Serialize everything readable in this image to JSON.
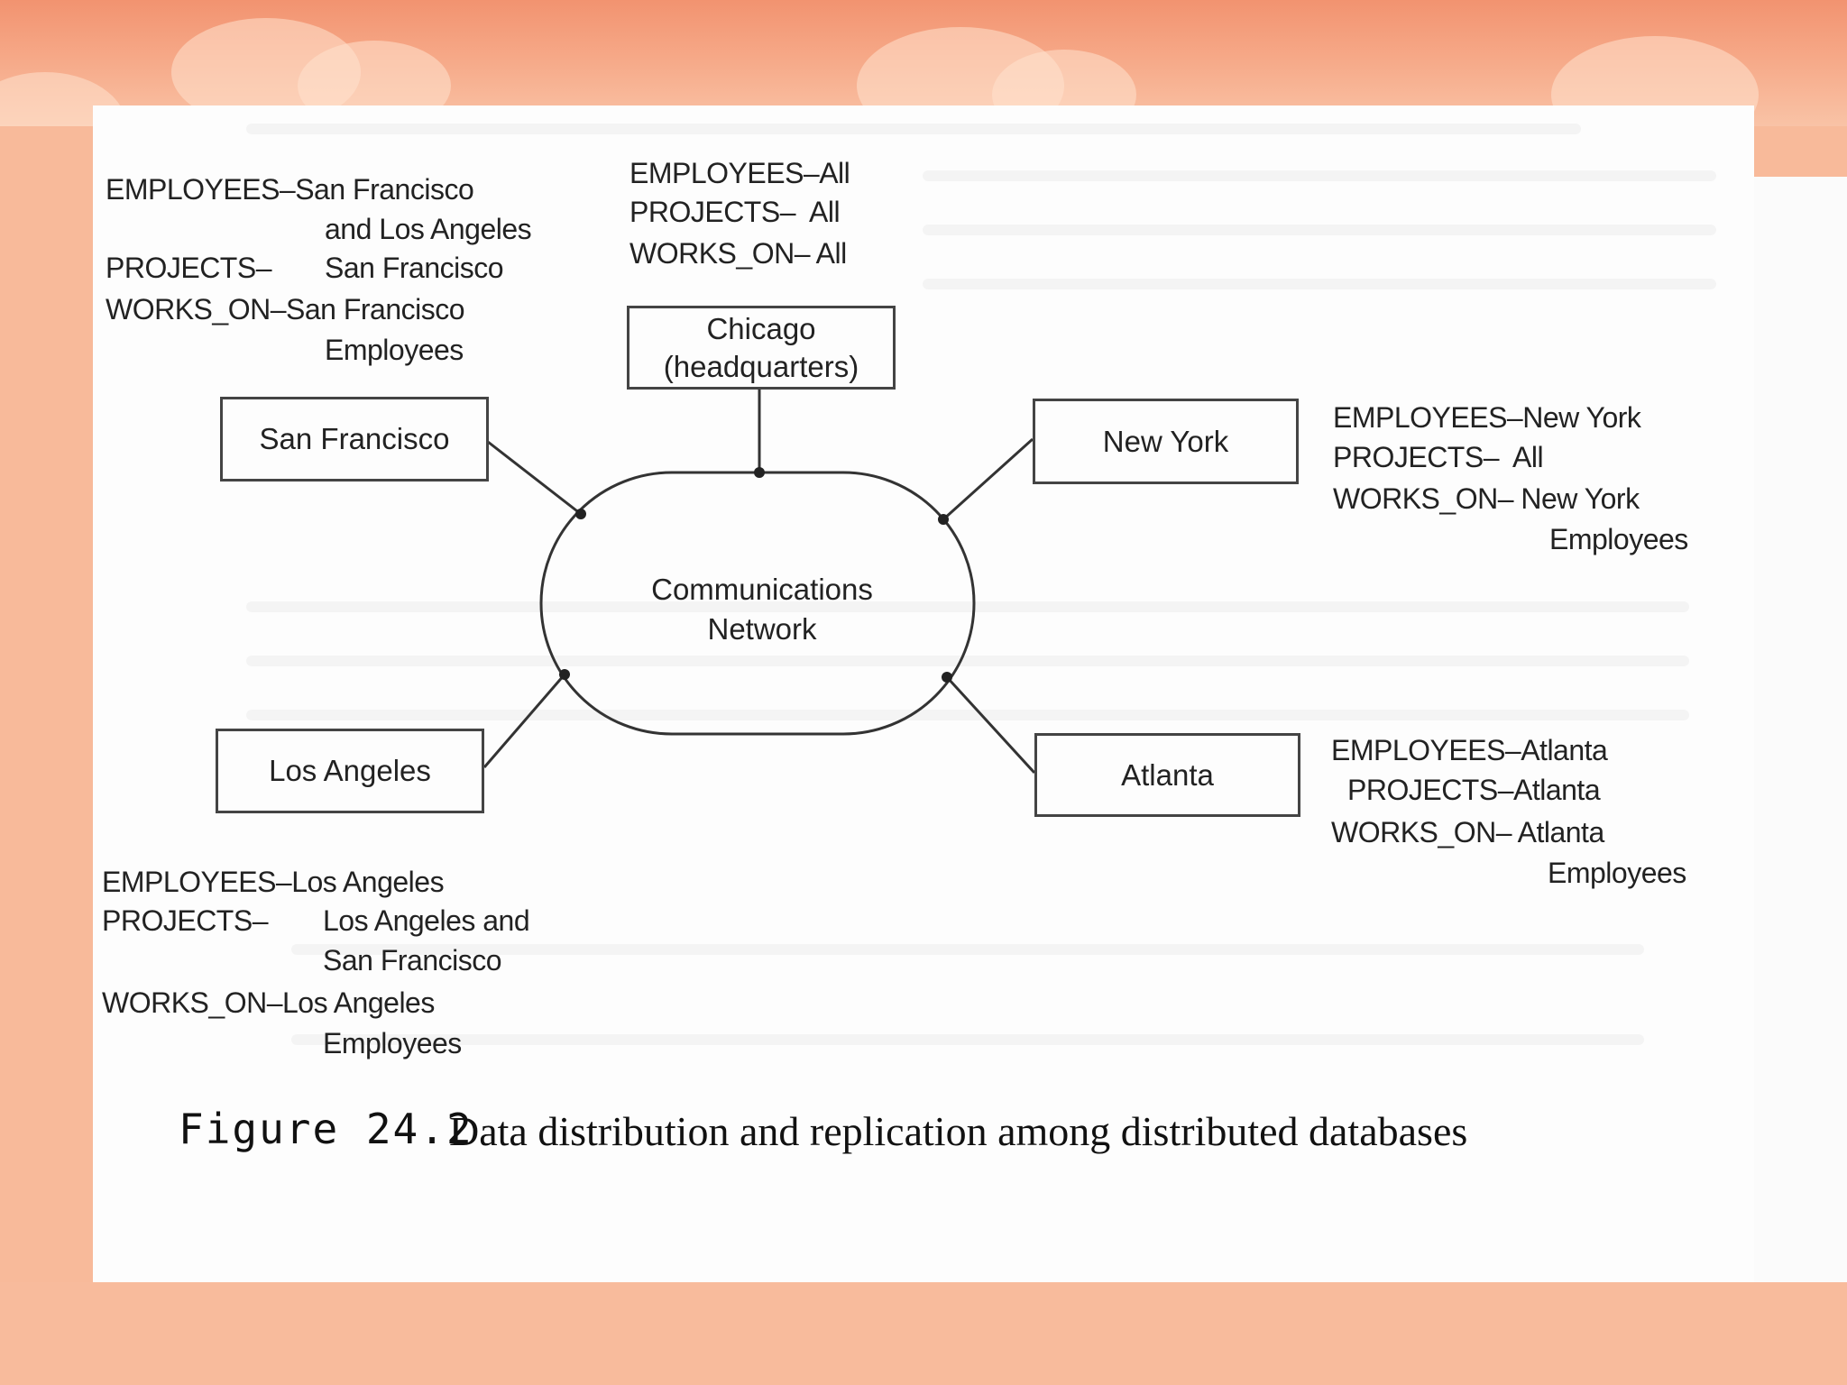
{
  "nodes": {
    "chicago": {
      "label_line1": "Chicago",
      "label_line2": "(headquarters)"
    },
    "san_francisco": {
      "label": "San Francisco"
    },
    "new_york": {
      "label": "New York"
    },
    "los_angeles": {
      "label": "Los Angeles"
    },
    "atlanta": {
      "label": "Atlanta"
    },
    "network": {
      "line1": "Communications",
      "line2": "Network"
    }
  },
  "annotations": {
    "san_francisco": [
      "EMPLOYEES–San Francisco",
      "and Los Angeles",
      "PROJECTS–",
      "San Francisco",
      "WORKS_ON–San Francisco",
      "Employees"
    ],
    "chicago": [
      "EMPLOYEES–All",
      "PROJECTS–  All",
      "WORKS_ON– All"
    ],
    "new_york": [
      "EMPLOYEES–New York",
      "PROJECTS–  All",
      "WORKS_ON– New York",
      "Employees"
    ],
    "los_angeles": [
      "EMPLOYEES–Los Angeles",
      "PROJECTS–",
      "Los Angeles and",
      "San Francisco",
      "WORKS_ON–Los Angeles",
      "Employees"
    ],
    "atlanta": [
      "EMPLOYEES–Atlanta",
      "PROJECTS–Atlanta",
      "WORKS_ON– Atlanta",
      "Employees"
    ]
  },
  "caption": {
    "number": "Figure 24.2",
    "text": "Data distribution and replication among distributed databases"
  }
}
